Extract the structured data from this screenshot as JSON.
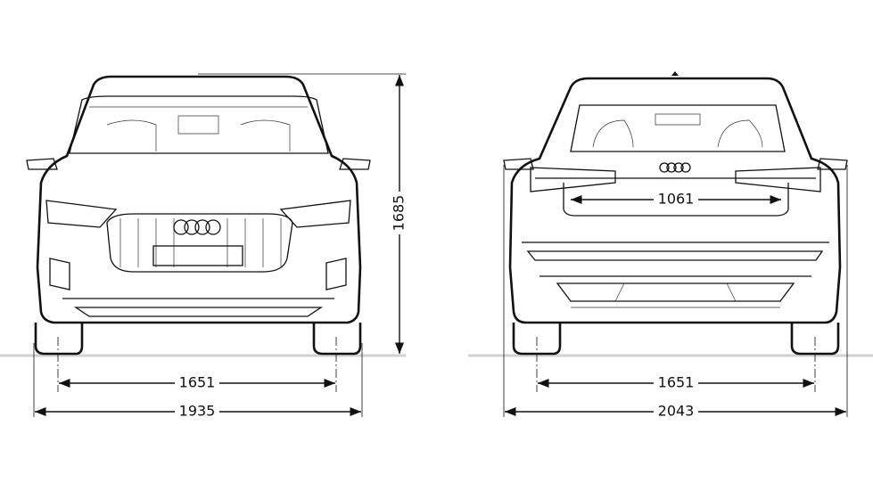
{
  "front_view": {
    "height_mm": "1685",
    "track_mm": "1651",
    "width_mm": "1935"
  },
  "rear_view": {
    "track_mm": "1651",
    "width_mm": "2043",
    "tailgate_opening_mm": "1061"
  },
  "colors": {
    "line": "#111111",
    "ground": "#d0d0d0",
    "background": "#ffffff"
  }
}
